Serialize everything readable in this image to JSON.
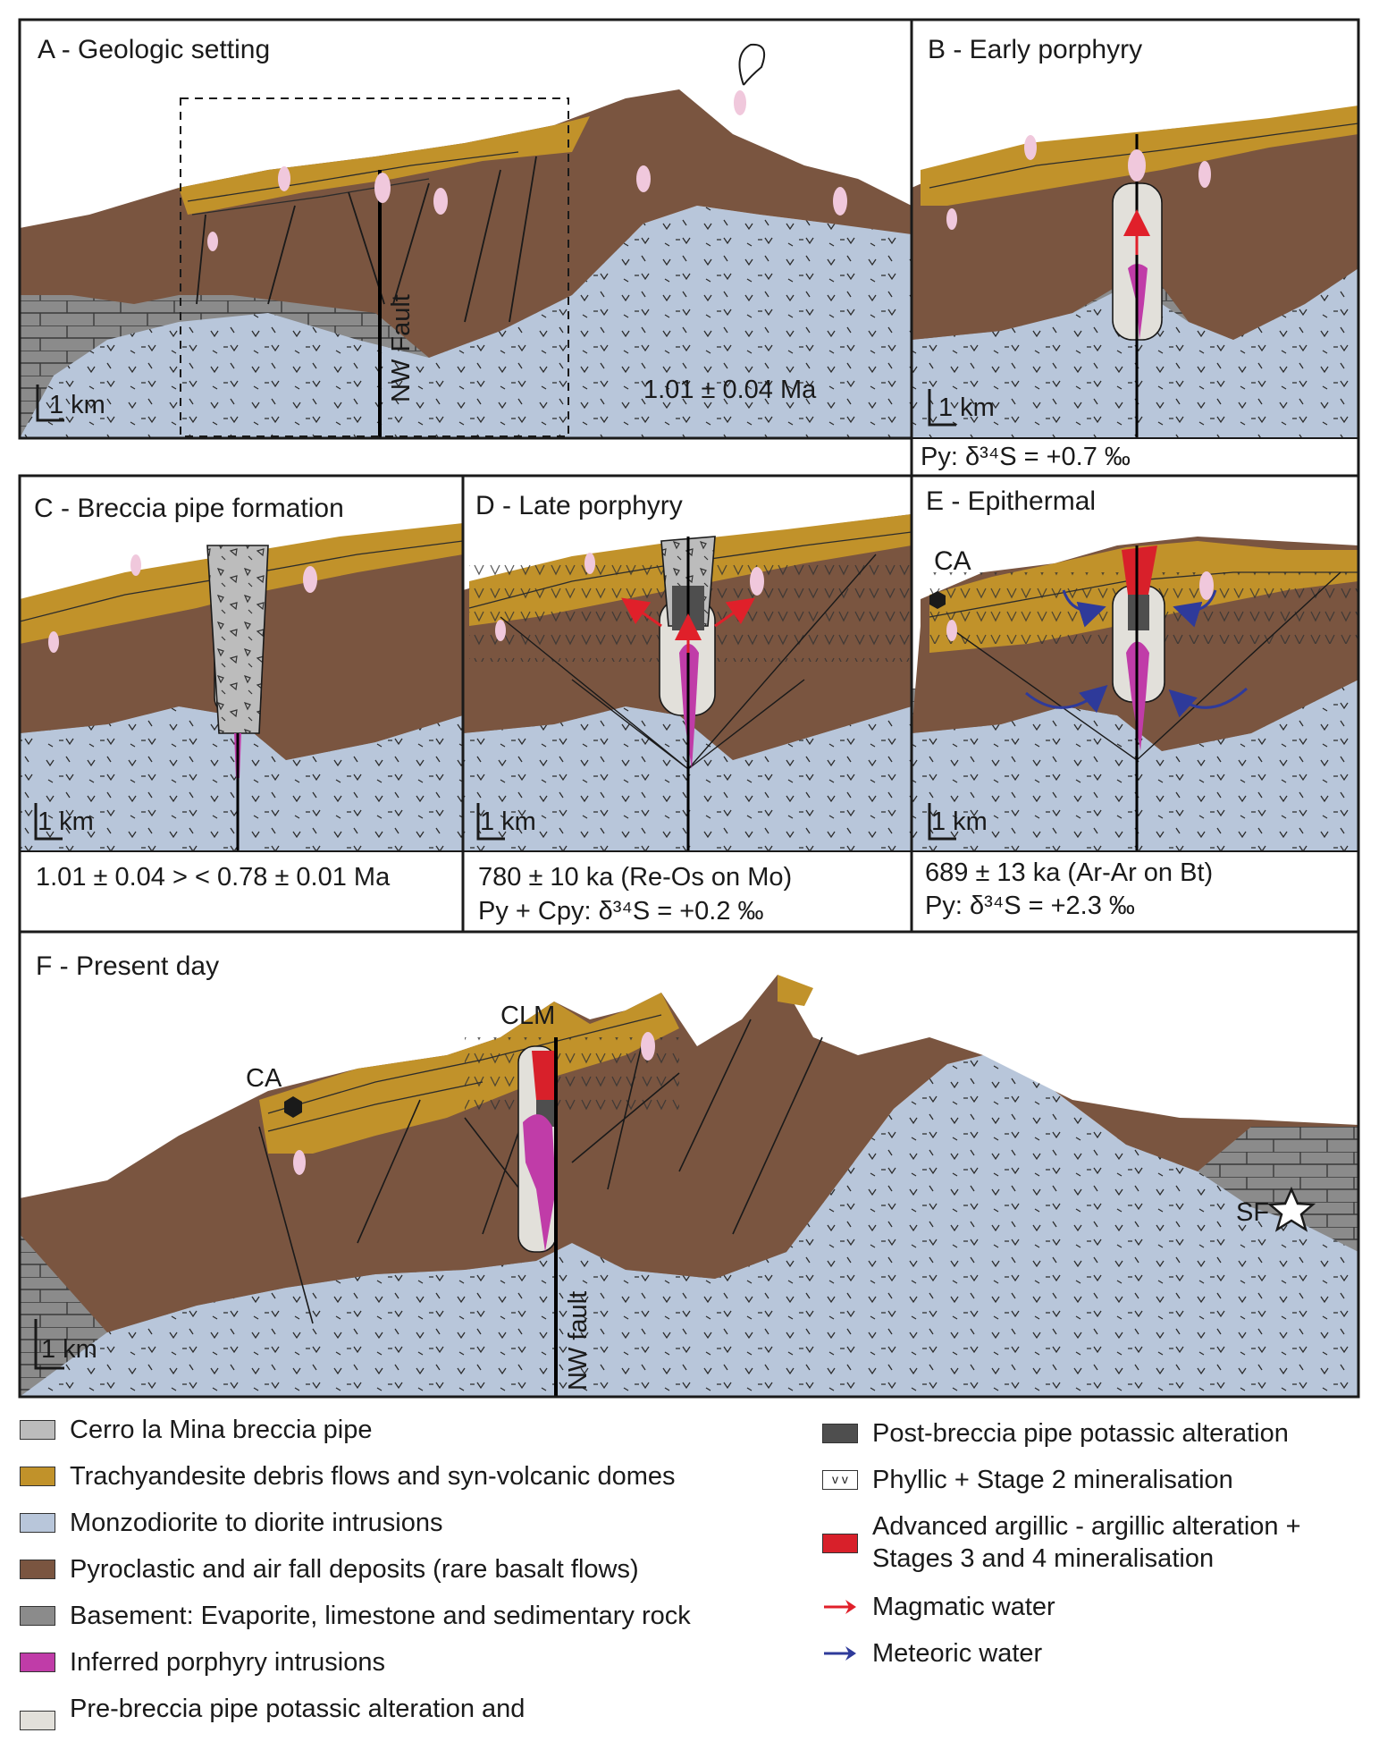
{
  "colors": {
    "trachyandesite": "#c1922a",
    "monzodiorite": "#b8c6da",
    "pyroclastic": "#7a5540",
    "basement": "#8b8b8b",
    "porphyry": "#c03ca8",
    "pre_breccia": "#e2e0da",
    "post_breccia": "#4e4e4e",
    "advanced_argillic": "#d8202a",
    "breccia": "#bcbcbc",
    "magmatic": "#e0202a",
    "meteoric": "#2e3a9a",
    "dome": "#f0c8dc"
  },
  "panels": {
    "a": {
      "title": "A - Geologic setting",
      "fault": "NW Fault",
      "scale": "1 km",
      "age": "1.01 ± 0.04 Ma"
    },
    "b": {
      "title": "B - Early porphyry",
      "scale": "1 km",
      "caption": "Py: δ³⁴S = +0.7 ‰"
    },
    "c": {
      "title": "C - Breccia pipe formation",
      "scale": "1 km",
      "caption": "1.01 ± 0.04 > < 0.78 ± 0.01 Ma"
    },
    "d": {
      "title": "D - Late porphyry",
      "scale": "1 km",
      "caption1": "780 ± 10 ka (Re-Os on Mo)",
      "caption2": "Py + Cpy: δ³⁴S = +0.2 ‰"
    },
    "e": {
      "title": "E - Epithermal",
      "scale": "1 km",
      "site": "CA",
      "caption1": "689 ± 13 ka (Ar-Ar on Bt)",
      "caption2": "Py: δ³⁴S = +2.3 ‰"
    },
    "f": {
      "title": "F - Present day",
      "scale": "1 km",
      "site_ca": "CA",
      "site_clm": "CLM",
      "site_sf": "SF",
      "fault": "NW fault"
    }
  },
  "legend": {
    "left": [
      {
        "label": "Cerro la Mina breccia pipe",
        "key": "breccia"
      },
      {
        "label": "Trachyandesite debris flows and syn-volcanic domes",
        "key": "trachyandesite"
      },
      {
        "label": "Monzodiorite to diorite intrusions",
        "key": "monzodiorite"
      },
      {
        "label": "Pyroclastic and air fall deposits (rare basalt flows)",
        "key": "pyroclastic"
      },
      {
        "label": "Basement: Evaporite, limestone and sedimentary rock",
        "key": "basement"
      },
      {
        "label": "Inferred porphyry intrusions",
        "key": "porphyry"
      },
      {
        "label": "Pre-breccia pipe potassic alteration and",
        "key": "pre_breccia"
      }
    ],
    "right": [
      {
        "label": "Post-breccia pipe potassic alteration",
        "key": "post_breccia"
      },
      {
        "label": "Phyllic + Stage 2 mineralisation",
        "key": "phyllic"
      },
      {
        "label": "Advanced argillic - argillic alteration +",
        "label2": "Stages 3 and 4 mineralisation",
        "key": "advanced_argillic"
      },
      {
        "label": "Magmatic water",
        "key": "magmatic"
      },
      {
        "label": "Meteoric water",
        "key": "meteoric"
      }
    ]
  }
}
